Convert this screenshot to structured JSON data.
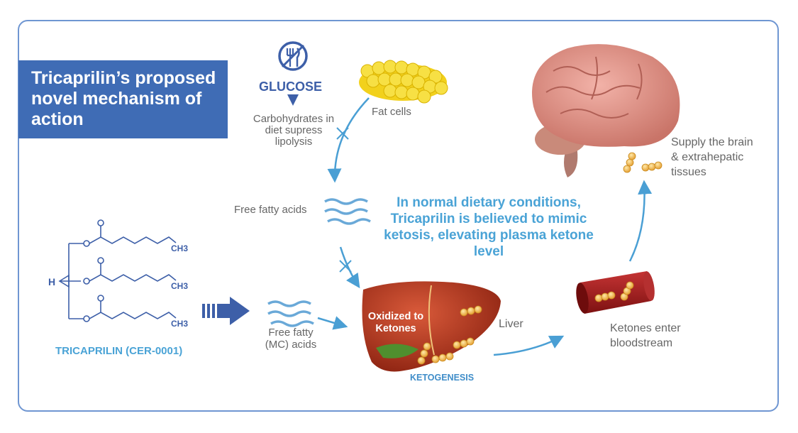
{
  "title": "Tricaprilin’s proposed novel mechanism of action",
  "glucose": {
    "label": "GLUCOSE",
    "note": "Carbohydrates in diet supress lipolysis"
  },
  "fat_cells_label": "Fat cells",
  "free_fatty_acids_label": "Free fatty acids",
  "free_fatty_mc_label": "Free fatty (MC) acids",
  "headline": "In normal dietary conditions, Tricaprilin is believed to mimic ketosis, elevating plasma ketone level",
  "molecule": {
    "h_label": "H",
    "ch3_label": "CH3",
    "name": "TRICAPRILIN (CER-0001)"
  },
  "liver": {
    "overlay": "Oxidized to Ketones",
    "label": "Liver",
    "process": "KETOGENESIS"
  },
  "bloodstream_label": "Ketones enter bloodstream",
  "brain_label": "Supply the brain & extrahepatic tissues",
  "colors": {
    "frame": "#6f96d2",
    "title_bg": "#3f6cb5",
    "accent_blue": "#4aa3d6",
    "arrow": "#4a9fd4",
    "liver": "#a8321e",
    "vessel": "#a01c1c",
    "ketone": "#f2b43c"
  }
}
